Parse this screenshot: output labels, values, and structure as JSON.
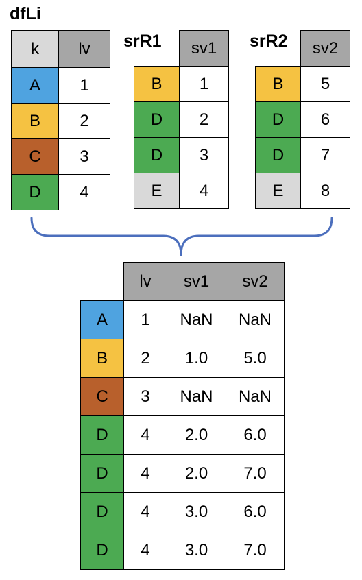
{
  "colors": {
    "A": "#4fa3e0",
    "B": "#f5c242",
    "C": "#b8602c",
    "D": "#4caa52",
    "E": "#d9d9d9",
    "header": "#a6a6a6",
    "brace": "#4c6fbd"
  },
  "dfLi": {
    "title": "dfLi",
    "headers": [
      "k",
      "lv"
    ],
    "rows": [
      [
        "A",
        "1"
      ],
      [
        "B",
        "2"
      ],
      [
        "C",
        "3"
      ],
      [
        "D",
        "4"
      ]
    ]
  },
  "srR1": {
    "title": "srR1",
    "header": "sv1",
    "rows": [
      [
        "B",
        "1"
      ],
      [
        "D",
        "2"
      ],
      [
        "D",
        "3"
      ],
      [
        "E",
        "4"
      ]
    ]
  },
  "srR2": {
    "title": "srR2",
    "header": "sv2",
    "rows": [
      [
        "B",
        "5"
      ],
      [
        "D",
        "6"
      ],
      [
        "D",
        "7"
      ],
      [
        "E",
        "8"
      ]
    ]
  },
  "result": {
    "headers": [
      "lv",
      "sv1",
      "sv2"
    ],
    "rows": [
      [
        "A",
        "1",
        "NaN",
        "NaN"
      ],
      [
        "B",
        "2",
        "1.0",
        "5.0"
      ],
      [
        "C",
        "3",
        "NaN",
        "NaN"
      ],
      [
        "D",
        "4",
        "2.0",
        "6.0"
      ],
      [
        "D",
        "4",
        "2.0",
        "7.0"
      ],
      [
        "D",
        "4",
        "3.0",
        "6.0"
      ],
      [
        "D",
        "4",
        "3.0",
        "7.0"
      ]
    ]
  }
}
